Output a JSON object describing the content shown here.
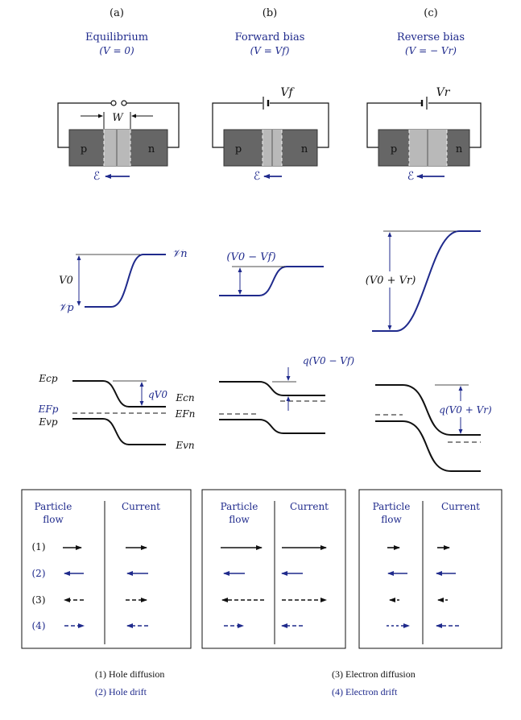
{
  "columns": [
    {
      "letter": "(a)",
      "title": "Equilibrium",
      "condition": "(V = 0)",
      "source_label": "",
      "W_label": "W",
      "p": "p",
      "n": "n",
      "field": "ℰ",
      "top_label": "𝒱n",
      "bottom_label": "𝒱p",
      "barrier": "V0",
      "ecp": "Ecp",
      "efp": "EFp",
      "evp": "Evp",
      "ecn": "Ecn",
      "efn": "EFn",
      "evn": "Evn",
      "band_barrier": "qV0"
    },
    {
      "letter": "(b)",
      "title": "Forward bias",
      "condition": "(V = Vf)",
      "source_label": "Vf",
      "p": "p",
      "n": "n",
      "field": "ℰ",
      "barrier": "(V0 − Vf)",
      "band_barrier": "q(V0 − Vf)"
    },
    {
      "letter": "(c)",
      "title": "Reverse bias",
      "condition": "(V = − Vr)",
      "source_label": "Vr",
      "p": "p",
      "n": "n",
      "field": "ℰ",
      "barrier": "(V0 + Vr)",
      "band_barrier": "q(V0 + Vr)"
    }
  ],
  "flow_table": {
    "header_particle_1": "Particle",
    "header_particle_2": "flow",
    "header_current": "Current",
    "row_labels": [
      "(1)",
      "(2)",
      "(3)",
      "(4)"
    ]
  },
  "legend": {
    "hole_diffusion": "(1) Hole diffusion",
    "hole_drift": "(2) Hole drift",
    "electron_diffusion": "(3) Electron diffusion",
    "electron_drift": "(4) Electron drift"
  },
  "colors": {
    "text_black": "#111111",
    "text_blue": "#1f2a8c",
    "region_dark": "#666666",
    "depletion_light": "#b9b9b9"
  }
}
